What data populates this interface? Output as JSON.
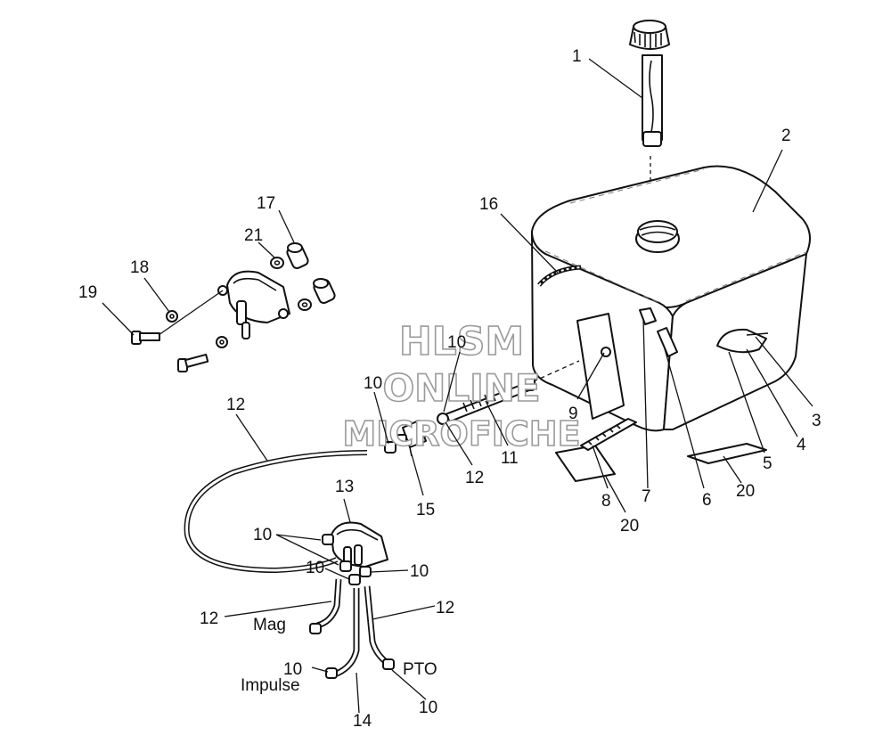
{
  "callouts": [
    {
      "id": "c1",
      "text": "1"
    },
    {
      "id": "c2",
      "text": "2"
    },
    {
      "id": "c3",
      "text": "3"
    },
    {
      "id": "c4",
      "text": "4"
    },
    {
      "id": "c5",
      "text": "5"
    },
    {
      "id": "c6",
      "text": "6"
    },
    {
      "id": "c7",
      "text": "7"
    },
    {
      "id": "c8",
      "text": "8"
    },
    {
      "id": "c9",
      "text": "9"
    },
    {
      "id": "c10a",
      "text": "10"
    },
    {
      "id": "c10b",
      "text": "10"
    },
    {
      "id": "c10c",
      "text": "10"
    },
    {
      "id": "c10d",
      "text": "10"
    },
    {
      "id": "c10e",
      "text": "10"
    },
    {
      "id": "c10f",
      "text": "10"
    },
    {
      "id": "c10g",
      "text": "10"
    },
    {
      "id": "c11",
      "text": "11"
    },
    {
      "id": "c12a",
      "text": "12"
    },
    {
      "id": "c12b",
      "text": "12"
    },
    {
      "id": "c12c",
      "text": "12"
    },
    {
      "id": "c12d",
      "text": "12"
    },
    {
      "id": "c13",
      "text": "13"
    },
    {
      "id": "c14",
      "text": "14"
    },
    {
      "id": "c15",
      "text": "15"
    },
    {
      "id": "c16",
      "text": "16"
    },
    {
      "id": "c17",
      "text": "17"
    },
    {
      "id": "c18",
      "text": "18"
    },
    {
      "id": "c19",
      "text": "19"
    },
    {
      "id": "c20a",
      "text": "20"
    },
    {
      "id": "c20b",
      "text": "20"
    },
    {
      "id": "c21",
      "text": "21"
    }
  ],
  "line_labels": {
    "mag": "Mag",
    "pto": "PTO",
    "impulse": "Impulse"
  },
  "watermark": {
    "line1": "HLSM",
    "line2": "ONLINE",
    "line3": "MICROFICHE"
  }
}
